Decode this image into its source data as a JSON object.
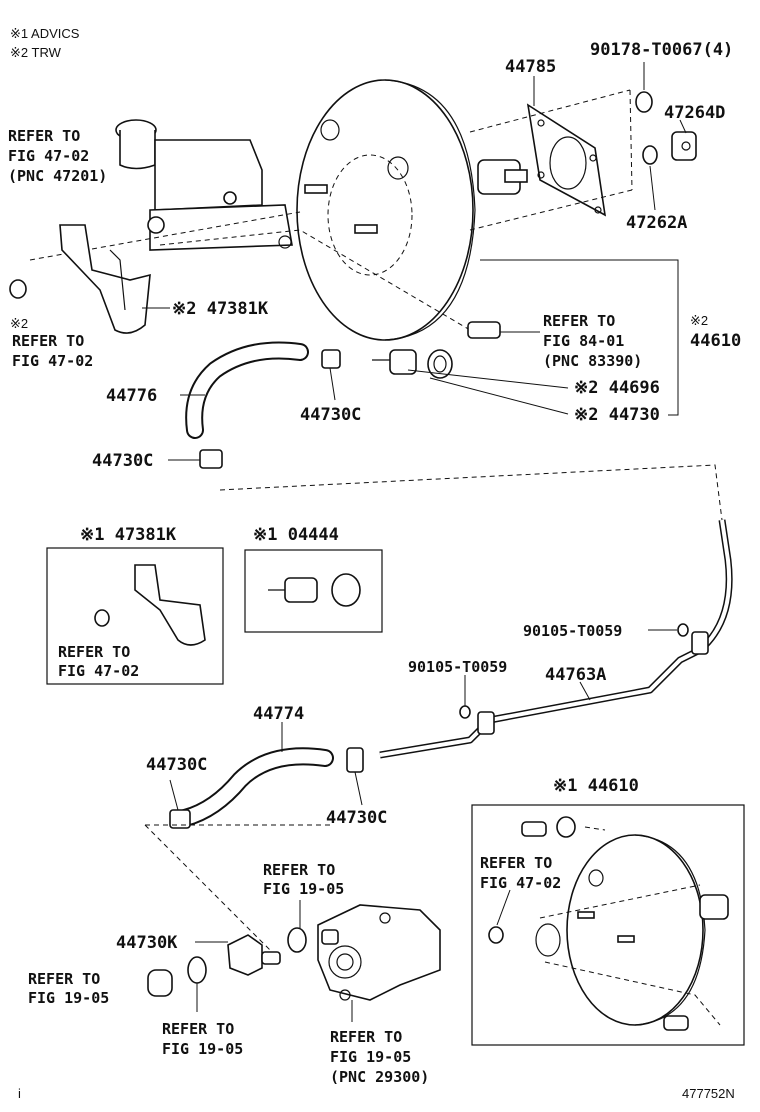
{
  "legend": {
    "note1": "※1 ADVICS",
    "note2": "※2 TRW"
  },
  "labels": {
    "p44785": "44785",
    "p90178": "90178-T0067(4)",
    "p47264d": "47264D",
    "p47262a": "47262A",
    "p47381k_top": "※2 47381K",
    "p44610_top_mark": "※2",
    "p44610_top": "44610",
    "p44696": "※2 44696",
    "p44730": "※2 44730",
    "p44776": "44776",
    "p44730c_a": "44730C",
    "p44730c_b": "44730C",
    "p47381k_box": "※1 47381K",
    "p04444": "※1 04444",
    "p90105_a": "90105-T0059",
    "p90105_b": "90105-T0059",
    "p44763a": "44763A",
    "p44774": "44774",
    "p44730c_c": "44730C",
    "p44730c_d": "44730C",
    "p44610_box": "※1 44610",
    "p44730k": "44730K"
  },
  "refs": {
    "r1": [
      "REFER TO",
      "FIG 47-02",
      "(PNC 47201)"
    ],
    "r2": [
      "REFER TO",
      "FIG 47-02"
    ],
    "r2_mark": "※2",
    "r3": [
      "REFER TO",
      "FIG 84-01",
      "(PNC 83390)"
    ],
    "r4": [
      "REFER TO",
      "FIG 47-02"
    ],
    "r5": [
      "REFER TO",
      "FIG 19-05"
    ],
    "r6": [
      "REFER TO",
      "FIG 47-02"
    ],
    "r7": [
      "REFER TO",
      "FIG 19-05"
    ],
    "r8": [
      "REFER TO",
      "FIG 19-05"
    ],
    "r9": [
      "REFER TO",
      "FIG 19-05",
      "(PNC 29300)"
    ]
  },
  "footer": {
    "left_mark": "i",
    "figure_id": "477752N"
  }
}
